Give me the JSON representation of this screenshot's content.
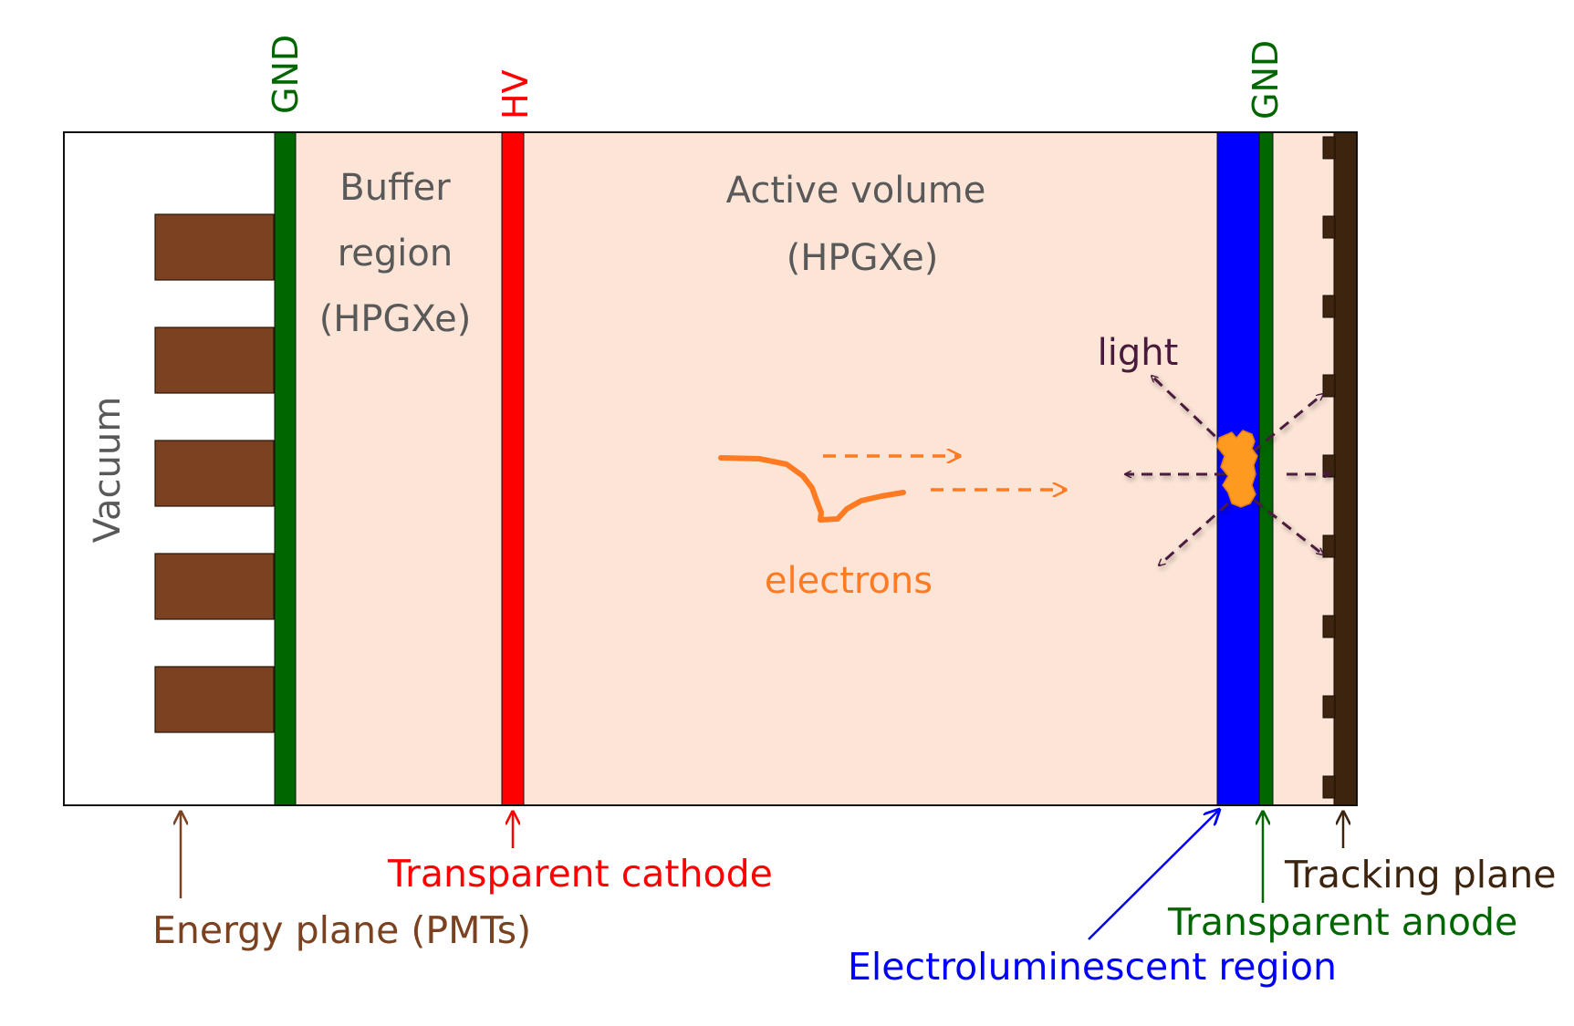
{
  "labels": {
    "gnd_left": "GND",
    "hv": "HV",
    "gnd_right": "GND",
    "vacuum": "Vacuum",
    "buffer_line1": "Buffer",
    "buffer_line2": "region",
    "buffer_line3": "(HPGXe)",
    "active_line1": "Active volume",
    "active_line2": "(HPGXe)",
    "light": "light",
    "electrons": "electrons",
    "energy_plane": "Energy plane (PMTs)",
    "cathode": "Transparent cathode",
    "tracking_plane": "Tracking plane",
    "anode": "Transparent anode",
    "el_region": "Electroluminescent region"
  },
  "colors": {
    "gas_fill": "#fce4d6",
    "ground": "#006600",
    "hv": "#ff0000",
    "el_region": "#0000ff",
    "pmt": "#7a4220",
    "tracking": "#3d240f",
    "electrons": "#ff7a20",
    "light": "#4a1a3c",
    "region_text": "#595959",
    "energy_label": "#7a4220",
    "tracking_label": "#3d240f"
  }
}
